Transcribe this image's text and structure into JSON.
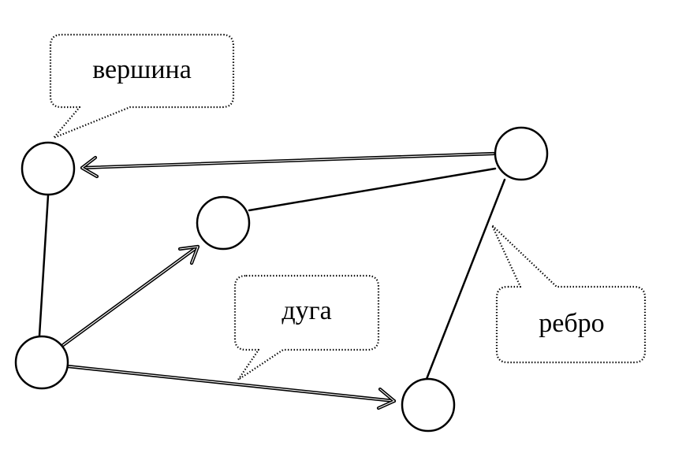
{
  "diagram": {
    "callouts": {
      "vertex_label": "вершина",
      "arc_label": "дуга",
      "edge_label": "ребро"
    }
  }
}
